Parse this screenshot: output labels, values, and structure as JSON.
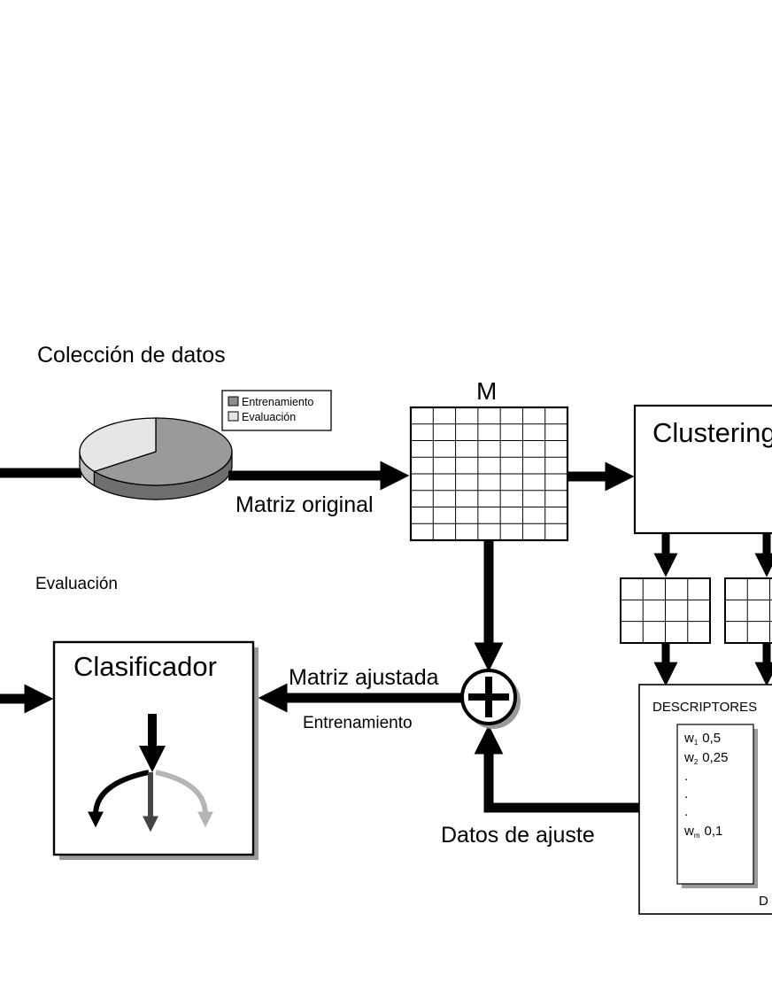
{
  "labels": {
    "coleccion": "Colección de datos",
    "m_label": "M",
    "matriz_original": "Matriz original",
    "clustering": "Clustering",
    "evaluacion": "Evaluación",
    "clasificador": "Clasificador",
    "matriz_ajustada": "Matriz ajustada",
    "entrenamiento": "Entrenamiento",
    "datos_ajuste": "Datos de ajuste",
    "descriptores": "DESCRIPTORES",
    "d_cut": "D"
  },
  "legend": {
    "items": [
      {
        "label": "Entrenamiento",
        "color": "#8c8c8c"
      },
      {
        "label": "Evaluación",
        "color": "#e4e4e4"
      }
    ]
  },
  "pie": {
    "slices": [
      {
        "name": "Entrenamiento",
        "fraction": 0.65,
        "color": "#9a9a9a",
        "side_color": "#6f6f6f"
      },
      {
        "name": "Evaluación",
        "fraction": 0.35,
        "color": "#e6e6e6",
        "side_color": "#bdbdbd"
      }
    ]
  },
  "descriptor_list": {
    "items": [
      {
        "name": "w",
        "sub": "1",
        "value": "0,5"
      },
      {
        "name": "w",
        "sub": "2",
        "value": "0,25"
      },
      {
        "name": ".",
        "sub": "",
        "value": ""
      },
      {
        "name": ".",
        "sub": "",
        "value": ""
      },
      {
        "name": ".",
        "sub": "",
        "value": ""
      },
      {
        "name": "w",
        "sub": "m",
        "value": "0,1"
      }
    ]
  },
  "colors": {
    "ink": "#000000",
    "shadow": "#9a9a9a",
    "branch_dark": "#444444",
    "branch_light": "#b5b5b5"
  }
}
